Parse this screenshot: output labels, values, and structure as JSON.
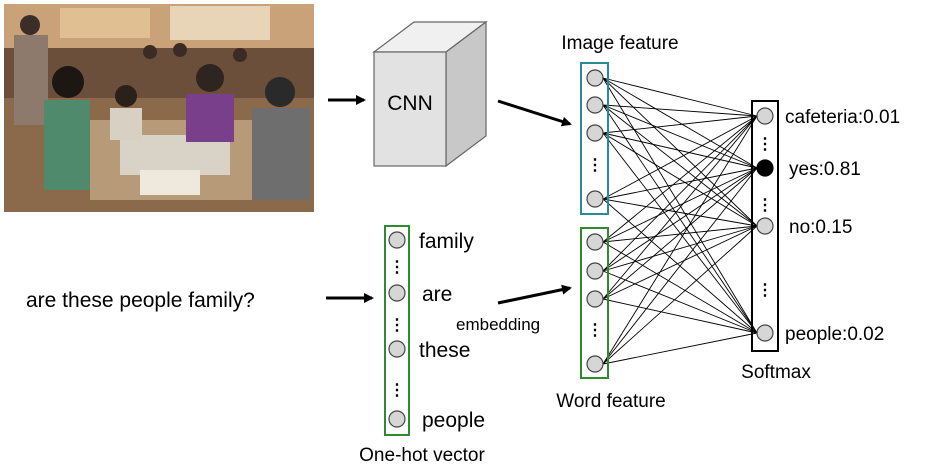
{
  "photo": {
    "description_icon": "restaurant-photo"
  },
  "cnn": {
    "label": "CNN"
  },
  "question": {
    "text": "are these people family?"
  },
  "one_hot": {
    "caption": "One-hot vector",
    "words": [
      "family",
      "are",
      "these",
      "people"
    ]
  },
  "embedding": {
    "label": "embedding"
  },
  "image_feature": {
    "title": "Image feature"
  },
  "word_feature": {
    "title": "Word feature"
  },
  "softmax": {
    "title": "Softmax",
    "outputs": [
      "cafeteria:0.01",
      "yes:0.81",
      "no:0.15",
      "people:0.02"
    ]
  },
  "ellipsis": "⋮",
  "colors": {
    "image_feature_box": "#2a8a96",
    "word_feature_box": "#2e8b2e",
    "one_hot_box": "#2e8b2e",
    "softmax_box": "#000000",
    "node_fill": "#d6d6d6",
    "active_node": "#000000",
    "cnn_cube": "#e2e2e2"
  }
}
